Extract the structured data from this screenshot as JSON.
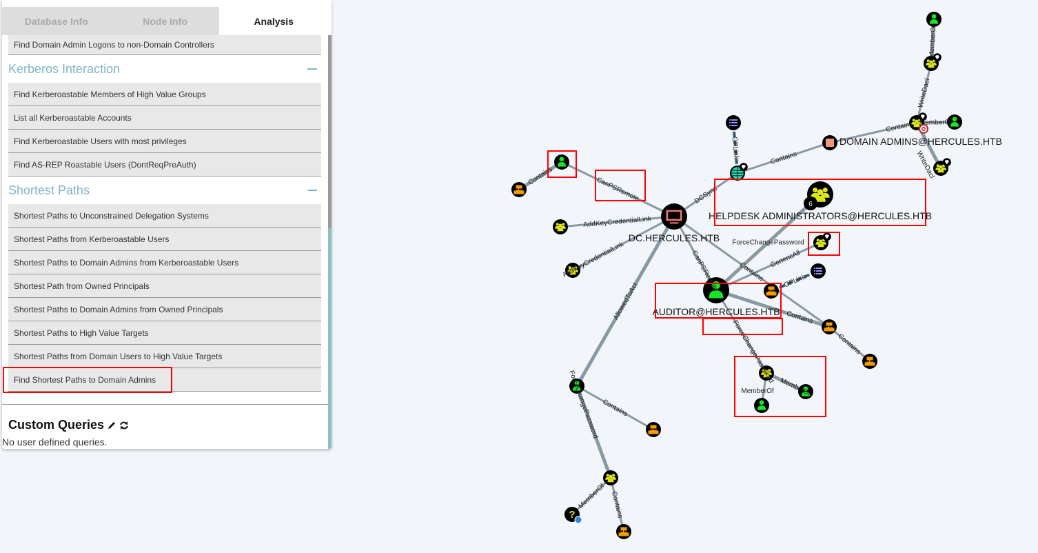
{
  "tabs": [
    "Database Info",
    "Node Info",
    "Analysis"
  ],
  "active_tab": "Analysis",
  "top_item": "Find Domain Admin Logons to non-Domain Controllers",
  "sections": [
    {
      "title": "Kerberos Interaction",
      "items": [
        "Find Kerberoastable Members of High Value Groups",
        "List all Kerberoastable Accounts",
        "Find Kerberoastable Users with most privileges",
        "Find AS-REP Roastable Users (DontReqPreAuth)"
      ]
    },
    {
      "title": "Shortest Paths",
      "items": [
        "Shortest Paths to Unconstrained Delegation Systems",
        "Shortest Paths from Kerberoastable Users",
        "Shortest Paths to Domain Admins from Kerberoastable Users",
        "Shortest Path from Owned Principals",
        "Shortest Paths to Domain Admins from Owned Principals",
        "Shortest Paths to High Value Targets",
        "Shortest Paths from Domain Users to High Value Targets",
        "Find Shortest Paths to Domain Admins"
      ]
    }
  ],
  "custom_queries": {
    "title": "Custom Queries",
    "empty": "No user defined queries."
  },
  "graph": {
    "nodes": [
      {
        "id": "n1",
        "type": "user"
      },
      {
        "id": "n2",
        "type": "group",
        "hv": true
      },
      {
        "id": "n3",
        "type": "group",
        "hv": true,
        "target": true,
        "label": "DOMAIN ADMINS@HERCULES.HTB"
      },
      {
        "id": "n4",
        "type": "user"
      },
      {
        "id": "n5",
        "type": "group",
        "hv": true
      },
      {
        "id": "n6",
        "type": "gpo"
      },
      {
        "id": "n7",
        "type": "domain",
        "hv": true
      },
      {
        "id": "n8",
        "type": "container"
      },
      {
        "id": "n9",
        "type": "group",
        "big": true,
        "count": "6",
        "label": "HELPDESK ADMINISTRATORS@HERCULES.HTB"
      },
      {
        "id": "n10",
        "type": "group",
        "hv": true
      },
      {
        "id": "n11",
        "type": "computer",
        "big": true,
        "label": "DC.HERCULES.HTB"
      },
      {
        "id": "n12",
        "type": "user"
      },
      {
        "id": "n13",
        "type": "ou"
      },
      {
        "id": "n14",
        "type": "group"
      },
      {
        "id": "n15",
        "type": "group"
      },
      {
        "id": "n16",
        "type": "user",
        "big": true,
        "label": "AUDITOR@HERCULES.HTB"
      },
      {
        "id": "n17",
        "type": "ou"
      },
      {
        "id": "n18",
        "type": "gpo"
      },
      {
        "id": "n19",
        "type": "ou"
      },
      {
        "id": "n20",
        "type": "ou"
      },
      {
        "id": "n21",
        "type": "group"
      },
      {
        "id": "n22",
        "type": "user"
      },
      {
        "id": "n23",
        "type": "user"
      },
      {
        "id": "n24",
        "type": "user"
      },
      {
        "id": "n25",
        "type": "ou"
      },
      {
        "id": "n26",
        "type": "group"
      },
      {
        "id": "n27",
        "type": "unknown"
      },
      {
        "id": "n28",
        "type": "ou"
      }
    ],
    "edges": [
      {
        "s": "n1",
        "t": "n2",
        "label": "MemberOf"
      },
      {
        "s": "n2",
        "t": "n3",
        "label": "WriteDacl"
      },
      {
        "s": "n4",
        "t": "n3",
        "label": "MemberOf"
      },
      {
        "s": "n3",
        "t": "n5",
        "label": "WriteDacl"
      },
      {
        "s": "n8",
        "t": "n3",
        "label": "Contains"
      },
      {
        "s": "n7",
        "t": "n8",
        "label": "Contains"
      },
      {
        "s": "n6",
        "t": "n7",
        "label": "GPLink",
        "dashed": true
      },
      {
        "s": "n11",
        "t": "n7",
        "label": "DCSync"
      },
      {
        "s": "n12",
        "t": "n11",
        "label": "CanPSRemote"
      },
      {
        "s": "n13",
        "t": "n12",
        "label": "Contains"
      },
      {
        "s": "n14",
        "t": "n11",
        "label": "AddKeyCredentialLink"
      },
      {
        "s": "n15",
        "t": "n11",
        "label": "AddKeyCredentialLink"
      },
      {
        "s": "n11",
        "t": "n24",
        "label": "AllowedToAct"
      },
      {
        "s": "n11",
        "t": "n16",
        "label": "CanPSRemote"
      },
      {
        "s": "n11",
        "t": "n19",
        "label": "Contains"
      },
      {
        "s": "n16",
        "t": "n9",
        "label": "ForceChangePassword"
      },
      {
        "s": "n16",
        "t": "n10",
        "label": "GenericAll"
      },
      {
        "s": "n17",
        "t": "n18",
        "label": "GPLink",
        "dashed": true
      },
      {
        "s": "n16",
        "t": "n19",
        "label": "Contains"
      },
      {
        "s": "n19",
        "t": "n20",
        "label": "Contains"
      },
      {
        "s": "n16",
        "t": "n21",
        "label": "ForceChangePassword"
      },
      {
        "s": "n22",
        "t": "n21",
        "label": "MemberOf"
      },
      {
        "s": "n23",
        "t": "n21",
        "label": "MemberOf"
      },
      {
        "s": "n24",
        "t": "n25",
        "label": "Contains"
      },
      {
        "s": "n24",
        "t": "n26",
        "label": "ForceChangePassword"
      },
      {
        "s": "n27",
        "t": "n26",
        "label": "MemberOf"
      },
      {
        "s": "n26",
        "t": "n28",
        "label": "Contains"
      }
    ]
  },
  "colors": {
    "user": "#17e625",
    "group": "#dbe617",
    "computer": "#e67873",
    "domain": "#17e6b9",
    "ou": "#f59c00",
    "gpo": "#998dfe",
    "container": "#f0967a",
    "highlight": "#ff0000"
  }
}
